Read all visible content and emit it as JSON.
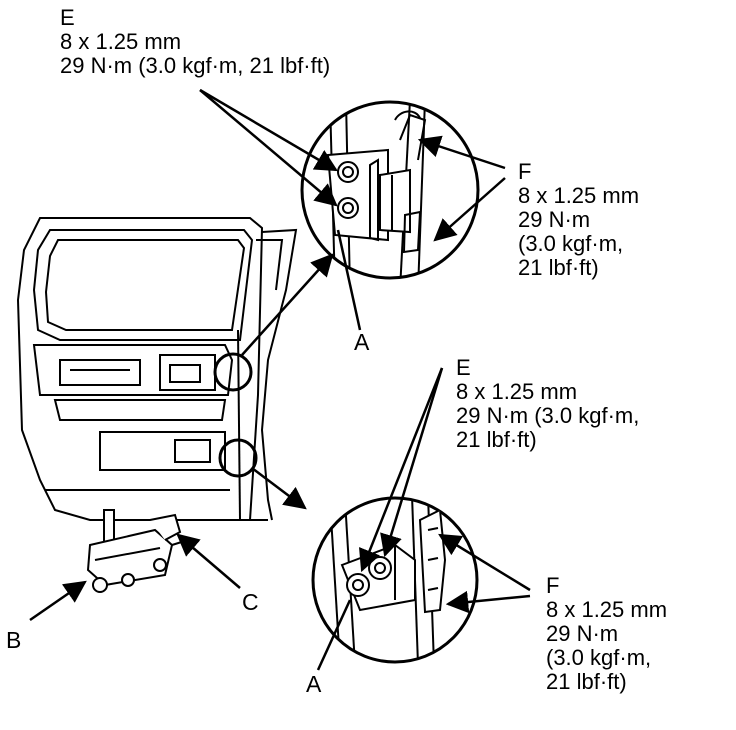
{
  "callouts": {
    "e_top": {
      "letter": "E",
      "line1": "8 x 1.25 mm",
      "line2": "29 N·m (3.0 kgf·m, 21 lbf·ft)"
    },
    "f_top": {
      "letter": "F",
      "line1": "8 x 1.25 mm",
      "line2": "29 N·m",
      "line3": "(3.0 kgf·m,",
      "line4": "21 lbf·ft)"
    },
    "e_mid": {
      "letter": "E",
      "line1": "8 x 1.25 mm",
      "line2": "29 N·m (3.0 kgf·m,",
      "line3": "21 lbf·ft)"
    },
    "f_bottom": {
      "letter": "F",
      "line1": "8 x 1.25 mm",
      "line2": "29 N·m",
      "line3": "(3.0 kgf·m,",
      "line4": "21 lbf·ft)"
    }
  },
  "labels": {
    "a_top": "A",
    "a_bottom": "A",
    "b": "B",
    "c": "C"
  }
}
